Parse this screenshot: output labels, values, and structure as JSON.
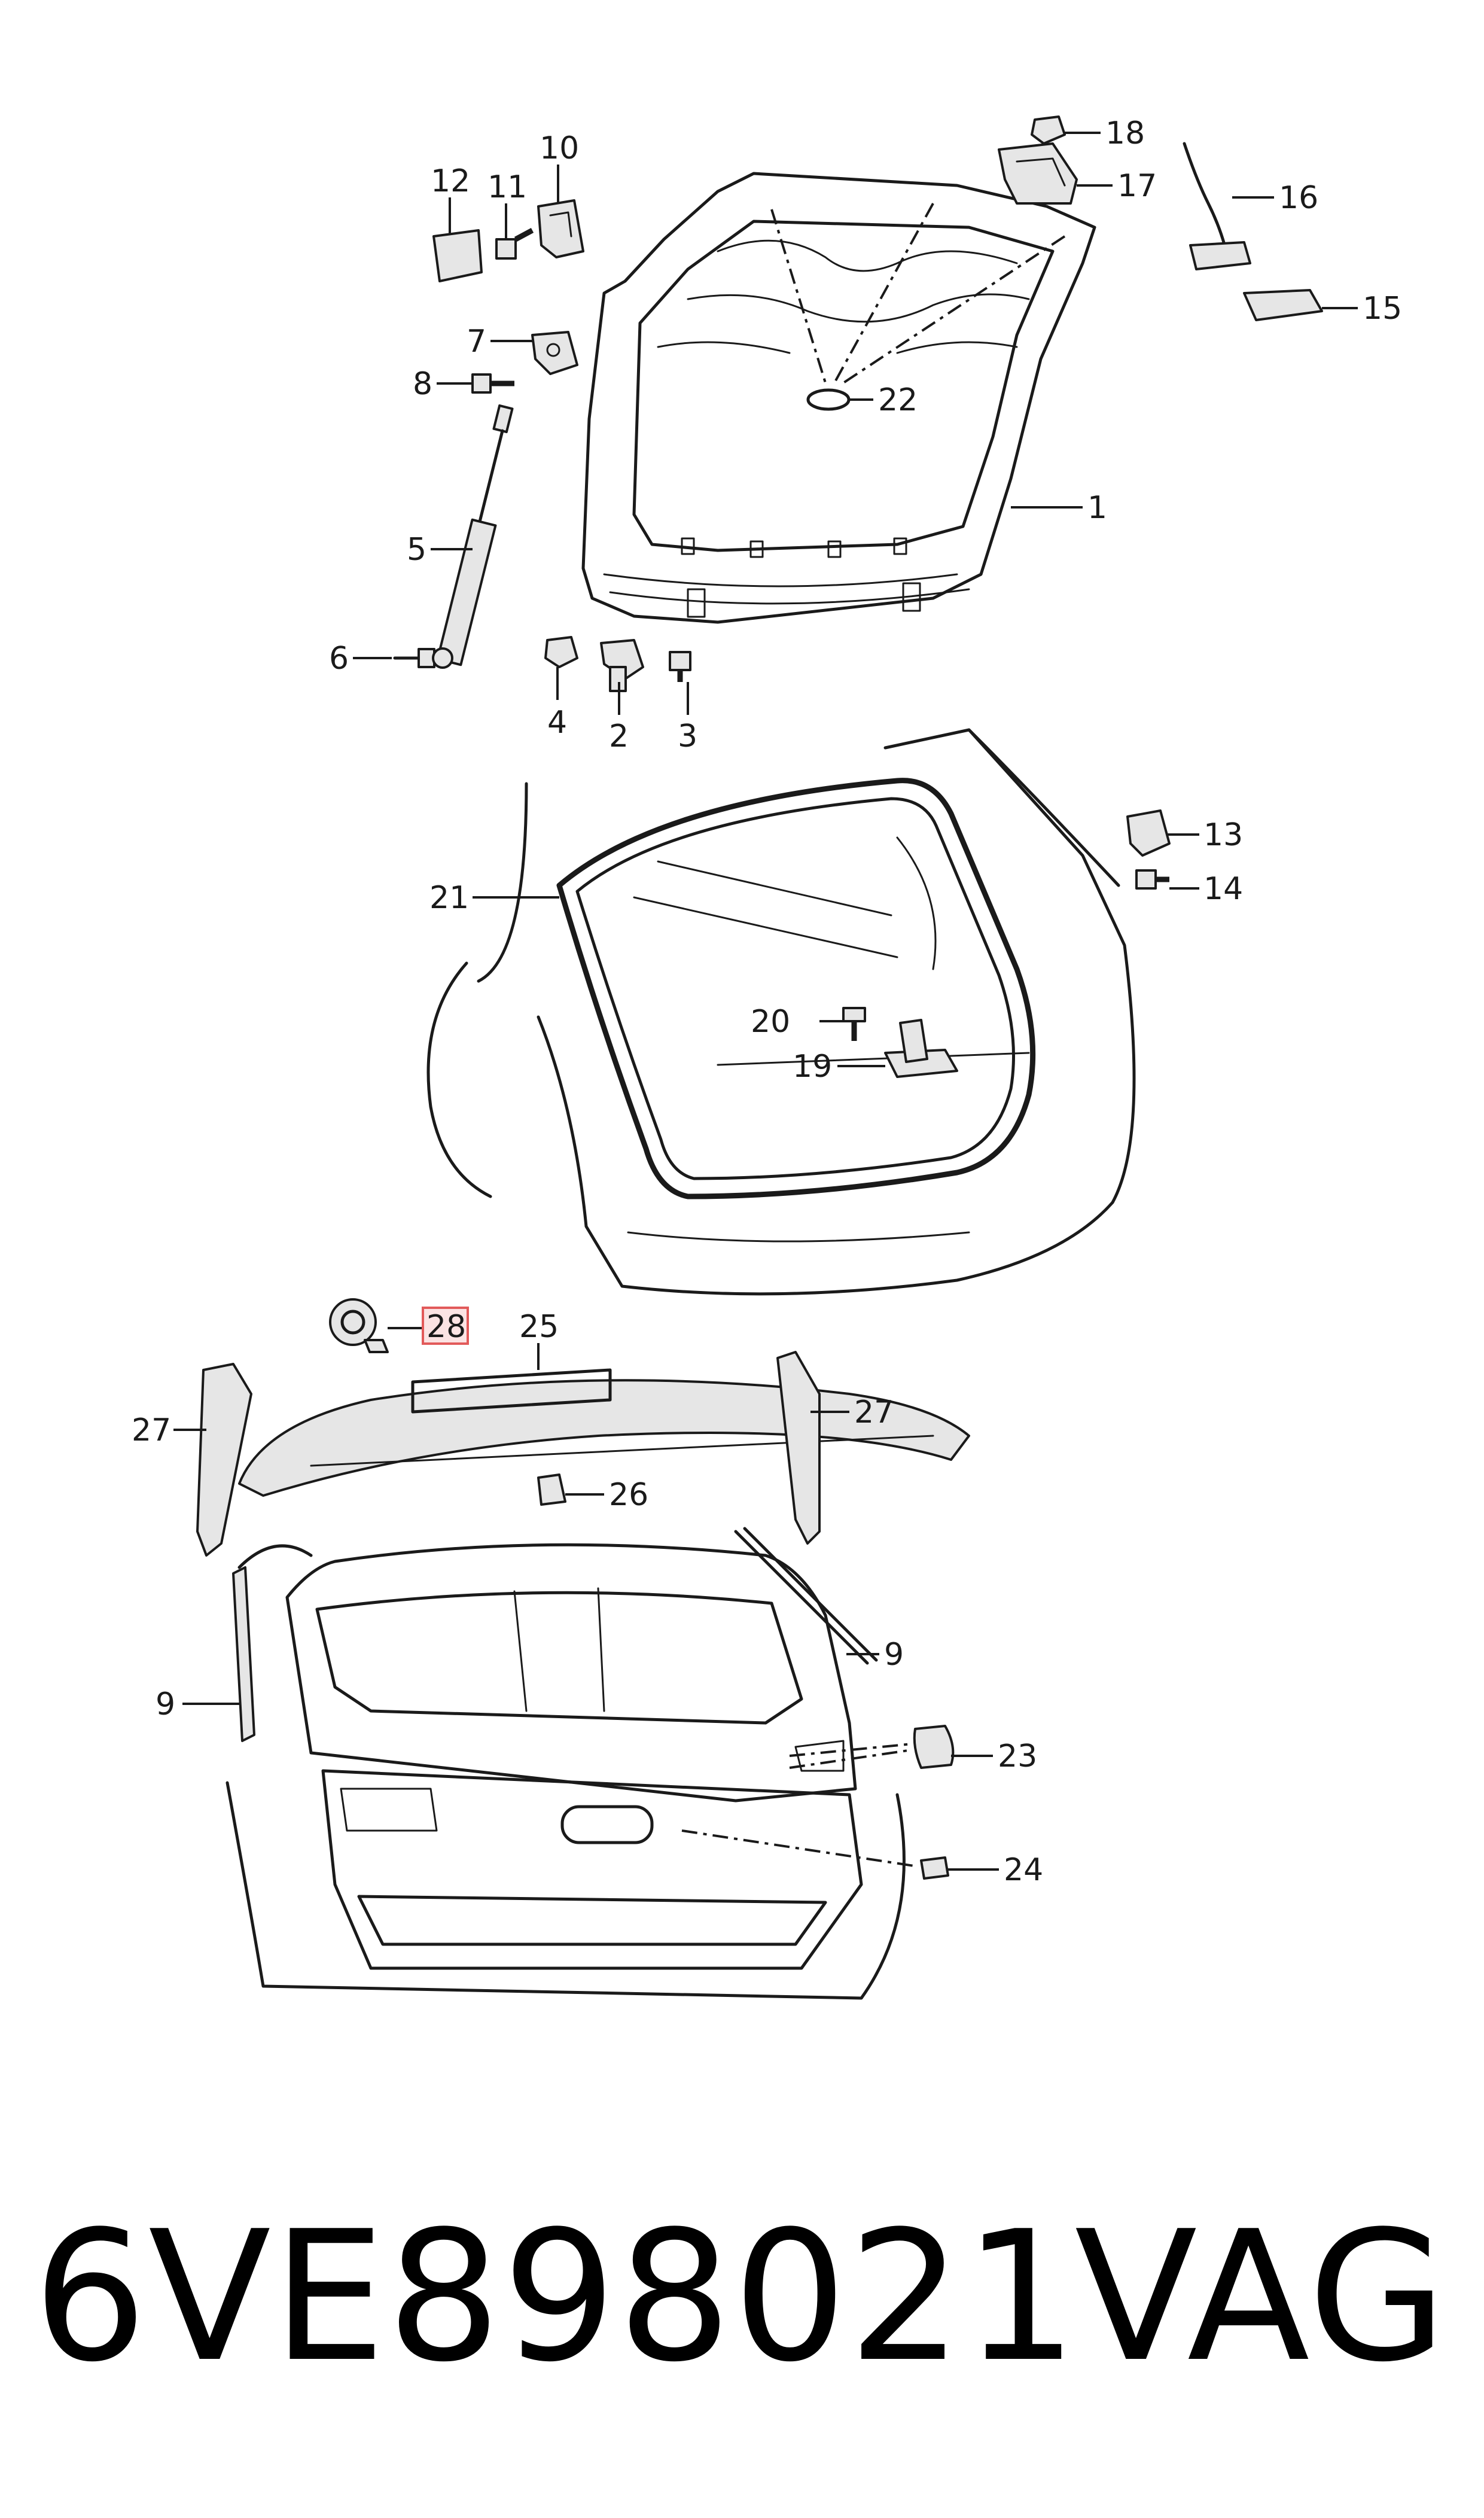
{
  "callouts": [
    {
      "id": "c1",
      "label": "1"
    },
    {
      "id": "c2",
      "label": "2"
    },
    {
      "id": "c3",
      "label": "3"
    },
    {
      "id": "c4",
      "label": "4"
    },
    {
      "id": "c5",
      "label": "5"
    },
    {
      "id": "c6",
      "label": "6"
    },
    {
      "id": "c7",
      "label": "7"
    },
    {
      "id": "c8",
      "label": "8"
    },
    {
      "id": "c9a",
      "label": "9"
    },
    {
      "id": "c9b",
      "label": "9"
    },
    {
      "id": "c10",
      "label": "10"
    },
    {
      "id": "c11",
      "label": "11"
    },
    {
      "id": "c12",
      "label": "12"
    },
    {
      "id": "c13",
      "label": "13"
    },
    {
      "id": "c14",
      "label": "14"
    },
    {
      "id": "c15",
      "label": "15"
    },
    {
      "id": "c16",
      "label": "16"
    },
    {
      "id": "c17",
      "label": "17"
    },
    {
      "id": "c18",
      "label": "18"
    },
    {
      "id": "c19",
      "label": "19"
    },
    {
      "id": "c20",
      "label": "20"
    },
    {
      "id": "c21",
      "label": "21"
    },
    {
      "id": "c22",
      "label": "22"
    },
    {
      "id": "c23",
      "label": "23"
    },
    {
      "id": "c24",
      "label": "24"
    },
    {
      "id": "c25",
      "label": "25"
    },
    {
      "id": "c26",
      "label": "26"
    },
    {
      "id": "c27a",
      "label": "27"
    },
    {
      "id": "c27b",
      "label": "27"
    },
    {
      "id": "c28",
      "label": "28",
      "highlighted": true
    }
  ],
  "footer": {
    "part_number": "6VE898021",
    "brand": "VAG"
  },
  "colors": {
    "line": "#1a1a1a",
    "highlight_fill": "#fbe3e3",
    "highlight_stroke": "#e25a5a"
  }
}
